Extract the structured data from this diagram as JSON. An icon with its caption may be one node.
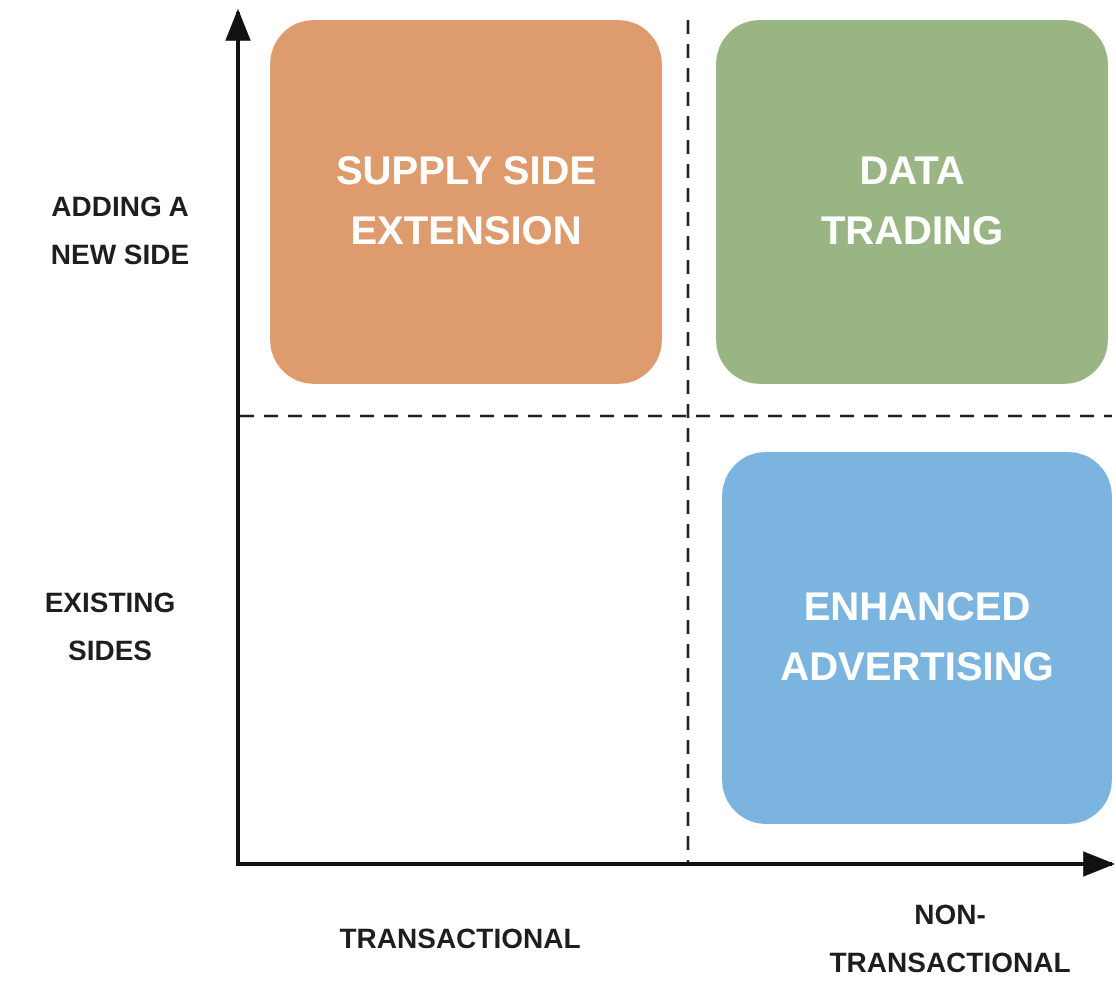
{
  "diagram": {
    "nodes": [
      {
        "text": [
          "SUPPLY SIDE EXTENSION"
        ]
      },
      {
        "text": [
          "DATA TRADING"
        ]
      },
      {
        "text": [
          "ENHANCED ADVERTISING"
        ]
      }
    ],
    "labels": [
      "ADDING A NEW SIDE",
      "EXISTING SIDES",
      "TRANSACTIONAL",
      "NON- TRANSACTIONAL"
    ]
  }
}
